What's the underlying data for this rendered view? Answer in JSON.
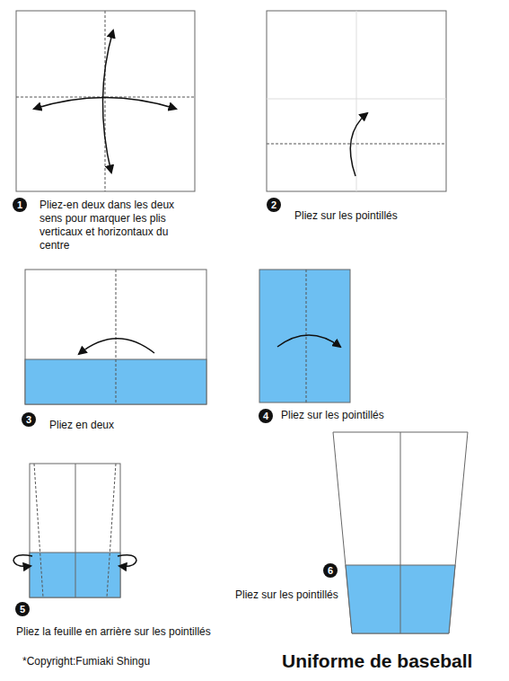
{
  "diagram": {
    "title": "Uniforme de baseball",
    "labels": [
      "1",
      "Pliez-en deux dans les deux sens pour marquer les plis verticaux et horizontaux du centre",
      "2",
      "Pliez sur les pointillés",
      "3",
      "Pliez en deux",
      "4",
      "Pliez sur les pointillés",
      "5",
      "Pliez la feuille en arrière sur les pointillés",
      "6",
      "Pliez sur les pointillés",
      "*Copyright:Fumiaki Shingu"
    ]
  }
}
